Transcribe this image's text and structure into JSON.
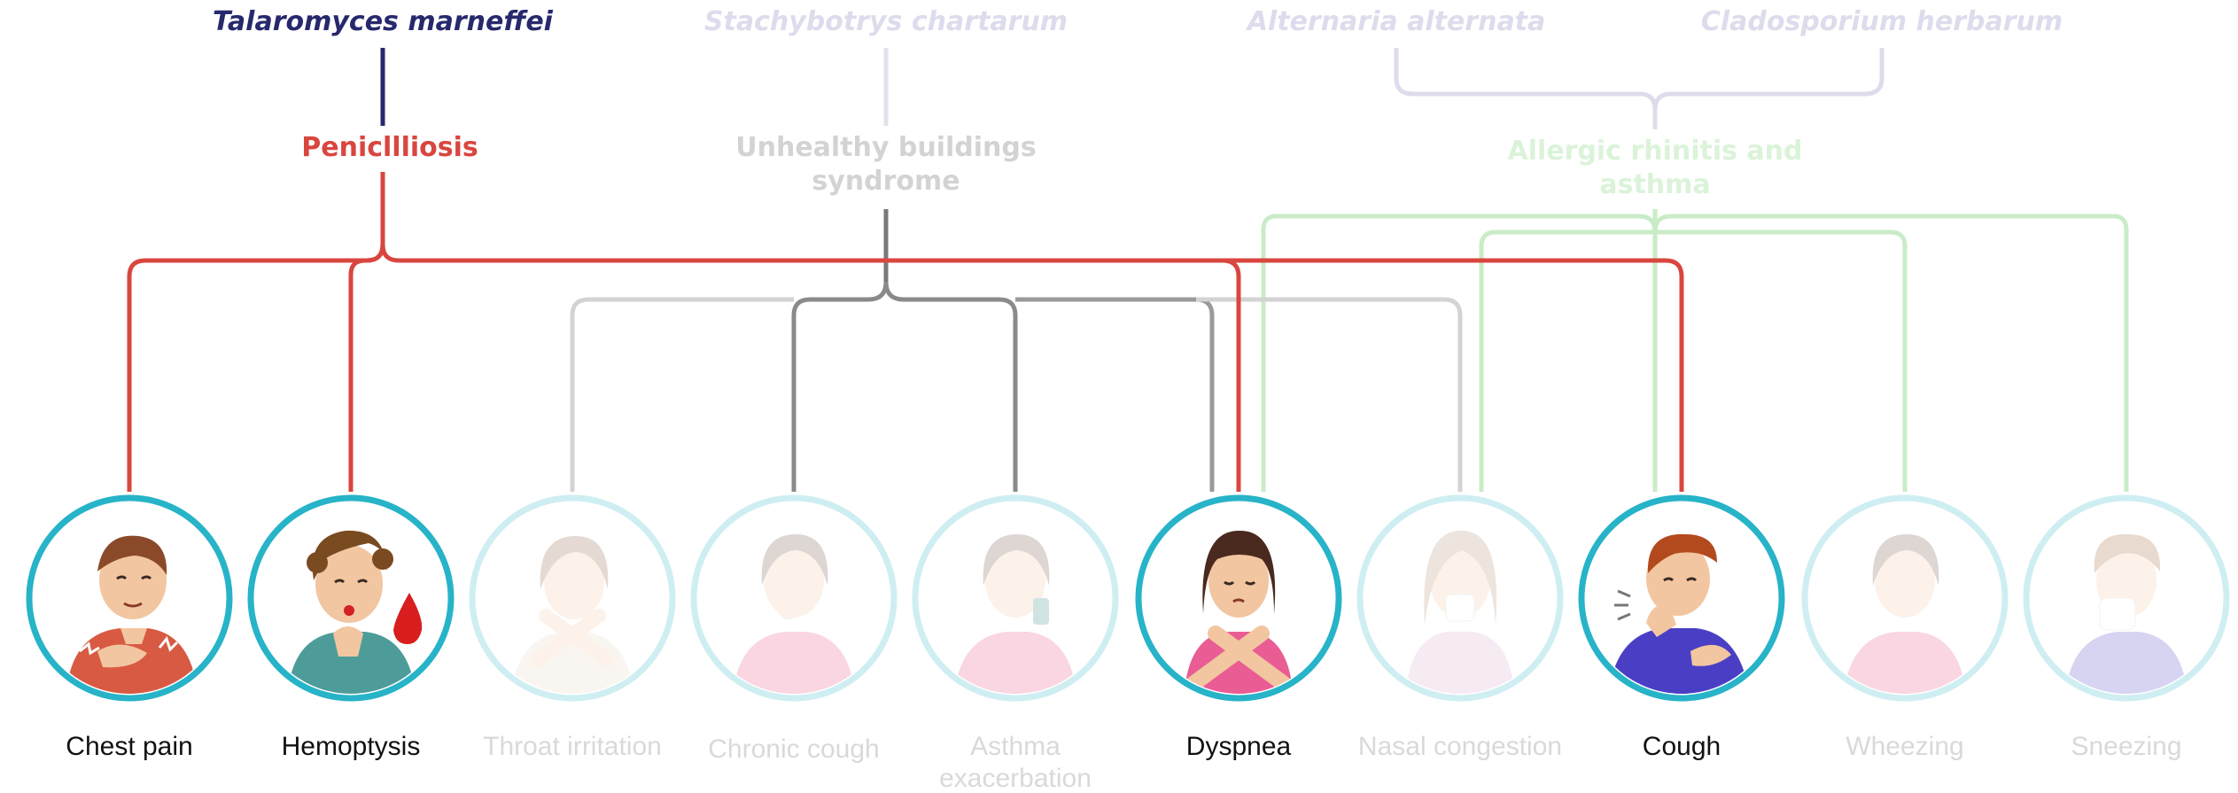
{
  "organisms": [
    {
      "id": "talaromyces",
      "name": "Talaromyces marneffei",
      "active": true
    },
    {
      "id": "stachybotrys",
      "name": "Stachybotrys chartarum",
      "active": false
    },
    {
      "id": "alternaria",
      "name": "Alternaria alternata",
      "active": false
    },
    {
      "id": "cladosporium",
      "name": "Cladosporium herbarum",
      "active": false
    }
  ],
  "diseases": [
    {
      "id": "penicilliosis",
      "lines": [
        "Penicllliosis"
      ],
      "active": true
    },
    {
      "id": "ubs",
      "lines": [
        "Unhealthy buildings",
        "syndrome"
      ],
      "active": false
    },
    {
      "id": "allergic",
      "lines": [
        "Allergic rhinitis and",
        "asthma"
      ],
      "active": false
    }
  ],
  "symptoms": [
    {
      "id": "chest-pain",
      "lines": [
        "Chest pain"
      ],
      "active": true
    },
    {
      "id": "hemoptysis",
      "lines": [
        "Hemoptysis"
      ],
      "active": true
    },
    {
      "id": "throat-irritation",
      "lines": [
        "Throat irritation"
      ],
      "active": false
    },
    {
      "id": "chronic-cough",
      "lines": [
        "Chronic cough"
      ],
      "active": false
    },
    {
      "id": "asthma-exacerbation",
      "lines": [
        "Asthma",
        "exacerbation"
      ],
      "active": false
    },
    {
      "id": "dyspnea",
      "lines": [
        "Dyspnea"
      ],
      "active": true
    },
    {
      "id": "nasal-congestion",
      "lines": [
        "Nasal congestion"
      ],
      "active": false
    },
    {
      "id": "cough",
      "lines": [
        "Cough"
      ],
      "active": true
    },
    {
      "id": "wheezing",
      "lines": [
        "Wheezing"
      ],
      "active": false
    },
    {
      "id": "sneezing",
      "lines": [
        "Sneezing"
      ],
      "active": false
    }
  ],
  "links": {
    "penicilliosis": [
      "chest-pain",
      "hemoptysis",
      "dyspnea",
      "cough"
    ],
    "ubs": [
      "throat-irritation",
      "chronic-cough",
      "asthma-exacerbation",
      "dyspnea",
      "nasal-congestion"
    ],
    "allergic": [
      "nasal-congestion",
      "cough",
      "wheezing",
      "sneezing"
    ]
  },
  "colors": {
    "organism_active": "#27296d",
    "organism_inactive": "#d8daec",
    "disease_active": "#d9463f",
    "ubs_faded": "#d5d5d5",
    "ubs_line": "#7a7a7a",
    "allergic_faded": "#dff4dd",
    "allergic_line": "#bfe8bb",
    "circle_active": "#27b3c8",
    "circle_faded": "#d4eff3",
    "symptom_active": "#111111",
    "symptom_faded": "#d9d9d9"
  }
}
